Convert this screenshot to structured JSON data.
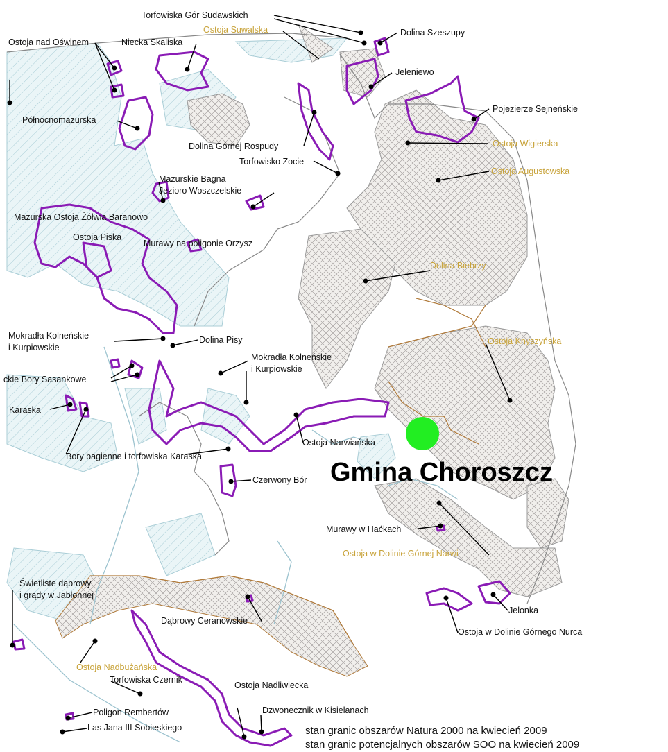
{
  "highlight_color": "#22ee22",
  "label_color": "#c8a33a",
  "site_color": "#8a1bb5",
  "title": "Gmina Choroszcz",
  "captions": {
    "natura": "stan granic obszarów Natura 2000 na kwiecień 2009",
    "soo": "stan granic potencjalnych obszarów SOO na kwiecień 2009"
  },
  "labels": {
    "torfowiska_gor_sudawskich": "Torfowiska Gór Sudawskich",
    "ostoja_suwalska": "Ostoja Suwalska",
    "dolina_szeszupy": "Dolina Szeszupy",
    "ostoja_nad_oswinem": "Ostoja nad Oświnem",
    "niecka_skaliska": "Niecka Skaliska",
    "jeleniewo": "Jeleniewo",
    "pojezierze_sejnenskie": "Pojezierze Sejneńskie",
    "polnocnomazurska": "Północnomazurska",
    "ostoja_wigierska": "Ostoja Wigierska",
    "dolina_gornej_rospudy": "Dolina Górnej Rospudy",
    "torfowisko_zocie": "Torfowisko Zocie",
    "ostoja_augustowska": "Ostoja Augustowska",
    "mazurskie_bagna": "Mazurskie Bagna",
    "jezioro_woszczelskie": "Jezioro Woszczelskie",
    "mazurska_ostoja": "Mazurska Ostoja Żółwia Baranowo",
    "ostoja_piska": "Ostoja Piska",
    "murawy_orzysz": "Murawy na poligonie Orzysz",
    "dolina_biebrzy": "Dolina Biebrzy",
    "mokradla_1a": "Mokradła Kolneńskie",
    "mokradla_1b": "i Kurpiowskie",
    "dolina_pisy": "Dolina Pisy",
    "mokradla_2a": "Mokradła Kolneńskie",
    "mokradla_2b": "i Kurpiowskie",
    "ostoja_knyszynska": "Ostoja Knyszyńska",
    "bory_sasankowe": "ckie Bory Sasankowe",
    "karaska": "Karaska",
    "ostoja_narwianska": "Ostoja Narwiańska",
    "bory_bagienne": "Bory bagienne i torfowiska Karaska",
    "czerwony_bor": "Czerwony Bór",
    "murawy_hackach": "Murawy w Haćkach",
    "ostoja_gornej_narwi": "Ostoja w Dolinie Górnej Narwi",
    "swietliste_a": "Świetliste dąbrowy",
    "swietliste_b": "i grądy w Jabłonnej",
    "dabrowy_ceranowskie": "Dąbrowy Ceranowskie",
    "jelonka": "Jelonka",
    "ostoja_gornego_nurca": "Ostoja w Dolinie Górnego Nurca",
    "ostoja_nadbuzanska": "Ostoja Nadbużańska",
    "torfowiska_czernik": "Torfowiska Czernik",
    "ostoja_nadliwiecka": "Ostoja Nadliwiecka",
    "dzwonecznik": "Dzwonecznik w Kisielanach",
    "poligon_rembertow": "Poligon Rembertów",
    "las_jana": "Las Jana III Sobieskiego"
  }
}
